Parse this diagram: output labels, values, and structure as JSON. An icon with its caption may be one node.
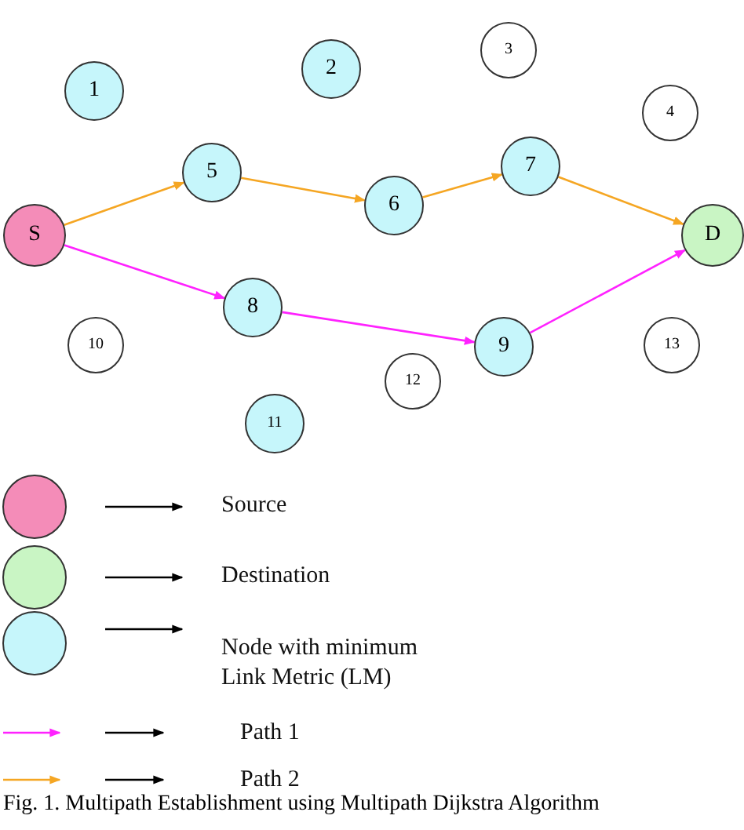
{
  "diagram": {
    "caption": "Fig. 1. Multipath Establishment using Multipath Dijkstra Algorithm",
    "nodes": [
      {
        "text": [
          "S"
        ]
      },
      {
        "text": [
          "1"
        ]
      },
      {
        "text": [
          "2"
        ]
      },
      {
        "text": [
          "3"
        ]
      },
      {
        "text": [
          "4"
        ]
      },
      {
        "text": [
          "5"
        ]
      },
      {
        "text": [
          "6"
        ]
      },
      {
        "text": [
          "7"
        ]
      },
      {
        "text": [
          "8"
        ]
      },
      {
        "text": [
          "9"
        ]
      },
      {
        "text": [
          "10"
        ]
      },
      {
        "text": [
          "11"
        ]
      },
      {
        "text": [
          "12"
        ]
      },
      {
        "text": [
          "13"
        ]
      },
      {
        "text": [
          "D"
        ]
      }
    ],
    "edges": [
      {
        "from": 0,
        "to": 5,
        "arrow": "to",
        "color": "#f5a623"
      },
      {
        "from": 5,
        "to": 6,
        "arrow": "to",
        "color": "#f5a623"
      },
      {
        "from": 6,
        "to": 7,
        "arrow": "to",
        "color": "#f5a623"
      },
      {
        "from": 7,
        "to": 14,
        "arrow": "to",
        "color": "#f5a623"
      },
      {
        "from": 0,
        "to": 8,
        "arrow": "to",
        "color": "#ff22ff"
      },
      {
        "from": 8,
        "to": 9,
        "arrow": "to",
        "color": "#ff22ff"
      },
      {
        "from": 9,
        "to": 14,
        "arrow": "to",
        "color": "#ff22ff"
      }
    ],
    "legend": [
      {
        "text": "Source",
        "color": "#f48cb8"
      },
      {
        "text": "Destination",
        "color": "#c9f5c4"
      },
      {
        "text": "Node with minimum Link Metric (LM)",
        "color": "#c6f6fb"
      },
      {
        "text": "Path 1"
      },
      {
        "text": "Path 2"
      }
    ]
  }
}
